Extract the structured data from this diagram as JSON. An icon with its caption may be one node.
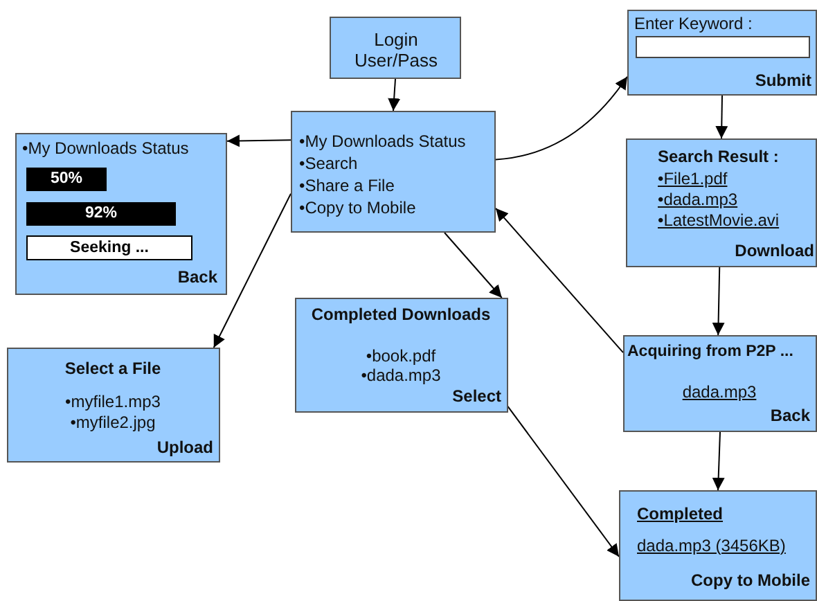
{
  "diagram": {
    "nodes": [
      {
        "text": [
          "Login User/Pass"
        ]
      },
      {
        "text": [
          "•My Downloads Status",
          "•Search",
          "•Share a File",
          "•Copy to Mobile"
        ]
      },
      {
        "text": [
          "•My Downloads Status",
          "Back"
        ]
      },
      {
        "text": [
          "Enter Keyword :",
          "Submit"
        ]
      },
      {
        "text": [
          "Search Result :",
          "•File1.pdf",
          "•dada.mp3",
          "•LatestMovie.avi",
          "Download"
        ]
      },
      {
        "text": [
          "Select a File",
          "•myfile1.mp3",
          "•myfile2.jpg",
          "Upload"
        ]
      },
      {
        "text": [
          "Completed Downloads",
          "•book.pdf",
          "•dada.mp3",
          "Select"
        ]
      },
      {
        "text": [
          "Acquiring from P2P ...",
          "dada.mp3",
          "Back"
        ]
      },
      {
        "text": [
          "Completed",
          "dada.mp3 (3456KB)",
          "Copy to Mobile"
        ]
      },
      {
        "text": [
          "50%"
        ],
        "in": 2
      },
      {
        "text": [
          "92%"
        ],
        "in": 2
      },
      {
        "text": [
          "Seeking ..."
        ],
        "in": 2
      }
    ],
    "edges": [
      {
        "from": 0,
        "to": 1,
        "arrow": "to"
      },
      {
        "from": 1,
        "to": 2,
        "arrow": "to"
      },
      {
        "from": 1,
        "to": 3,
        "arrow": "to"
      },
      {
        "from": 1,
        "to": 5,
        "arrow": "to"
      },
      {
        "from": 1,
        "to": 6,
        "arrow": "to"
      },
      {
        "from": 3,
        "to": 4,
        "arrow": "to"
      },
      {
        "from": 4,
        "to": 7,
        "arrow": "to"
      },
      {
        "from": 7,
        "to": 1,
        "arrow": "to"
      },
      {
        "from": 7,
        "to": 8,
        "arrow": "to"
      },
      {
        "from": 6,
        "to": 8,
        "arrow": "to"
      }
    ]
  }
}
